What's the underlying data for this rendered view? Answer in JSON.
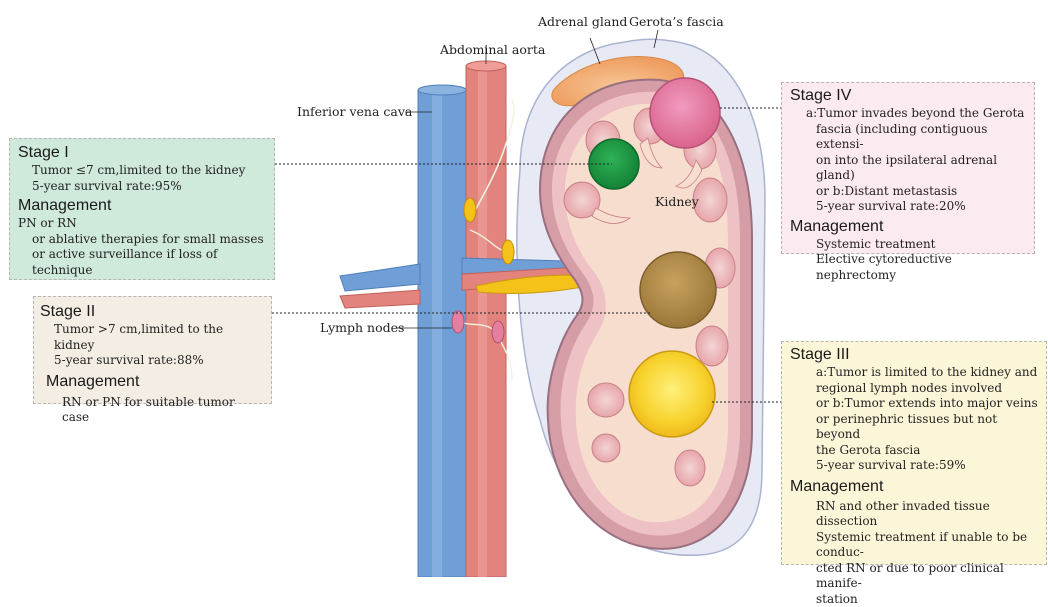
{
  "labels": {
    "adrenal_gland": "Adrenal gland",
    "gerota_fascia": "Gerota’s fascia",
    "abdominal_aorta": "Abdominal aorta",
    "inferior_vena_cava": "Inferior vena cava",
    "kidney": "Kidney",
    "lymph_nodes": "Lymph nodes"
  },
  "stage1": {
    "title": "Stage I",
    "lines": [
      "Tumor ≤7 cm,limited to the kidney",
      "5-year survival rate:95%"
    ],
    "management_title": "Management",
    "management": [
      "PN or RN",
      "or ablative therapies for small masses",
      "or active surveillance if loss of technique"
    ]
  },
  "stage2": {
    "title": "Stage II",
    "lines": [
      "Tumor >7 cm,limited to the kidney",
      "5-year survival rate:88%"
    ],
    "management_title": "Management",
    "management": [
      "RN or PN for suitable tumor case"
    ]
  },
  "stage3": {
    "title": "Stage III",
    "lines": [
      "a:Tumor is limited to the kidney and",
      "regional lymph nodes involved",
      "or b:Tumor extends into major veins",
      "or perinephric tissues but not beyond",
      "the Gerota fascia",
      "5-year survival rate:59%"
    ],
    "management_title": "Management",
    "management": [
      "RN and other invaded tissue dissection",
      "Systemic treatment if unable to be conduc-",
      "cted RN or due to poor clinical manife-",
      "station"
    ]
  },
  "stage4": {
    "title": "Stage IV",
    "lines": [
      "a:Tumor invades beyond the Gerota",
      "fascia (including contiguous extensi-",
      "on into the ipsilateral adrenal gland)",
      "or b:Distant metastasis",
      "5-year survival rate:20%"
    ],
    "management_title": "Management",
    "management": [
      "Systemic treatment",
      "Elective cytoreductive nephrectomy"
    ]
  },
  "colors": {
    "stage1_bg": "#cfe9da",
    "stage2_bg": "#f3ede3",
    "stage3_bg": "#fcf6d8",
    "stage4_bg": "#fbeaf0",
    "vena_cava": "#6f9fd6",
    "aorta": "#e2837d",
    "kidney_cortex": "#e9b8bd",
    "kidney_inner": "#f6dfcd",
    "adrenal": "#f4b27a",
    "tumor_stage1": "#1e9a44",
    "tumor_stage2": "#a88444",
    "tumor_stage3": "#f1c928",
    "tumor_stage4": "#e0789c"
  }
}
